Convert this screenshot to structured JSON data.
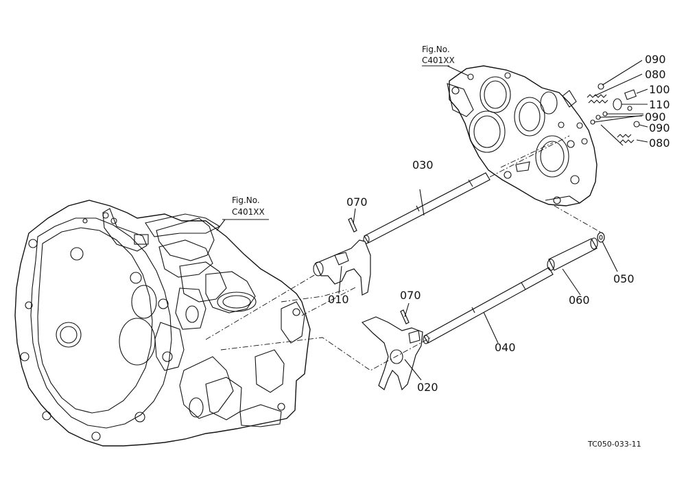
{
  "figure_refs": [
    {
      "line1": "Fig.No.",
      "line2": "C401XX"
    },
    {
      "line1": "Fig.No.",
      "line2": "C401XX"
    }
  ],
  "parts": {
    "p010": "010",
    "p020": "020",
    "p030": "030",
    "p040": "040",
    "p050": "050",
    "p060": "060",
    "p070a": "070",
    "p070b": "070",
    "p080a": "080",
    "p080b": "080",
    "p090a": "090",
    "p090b": "090",
    "p090c": "090",
    "p100": "100",
    "p110": "110"
  },
  "drawing_code": "TC050-033-11"
}
